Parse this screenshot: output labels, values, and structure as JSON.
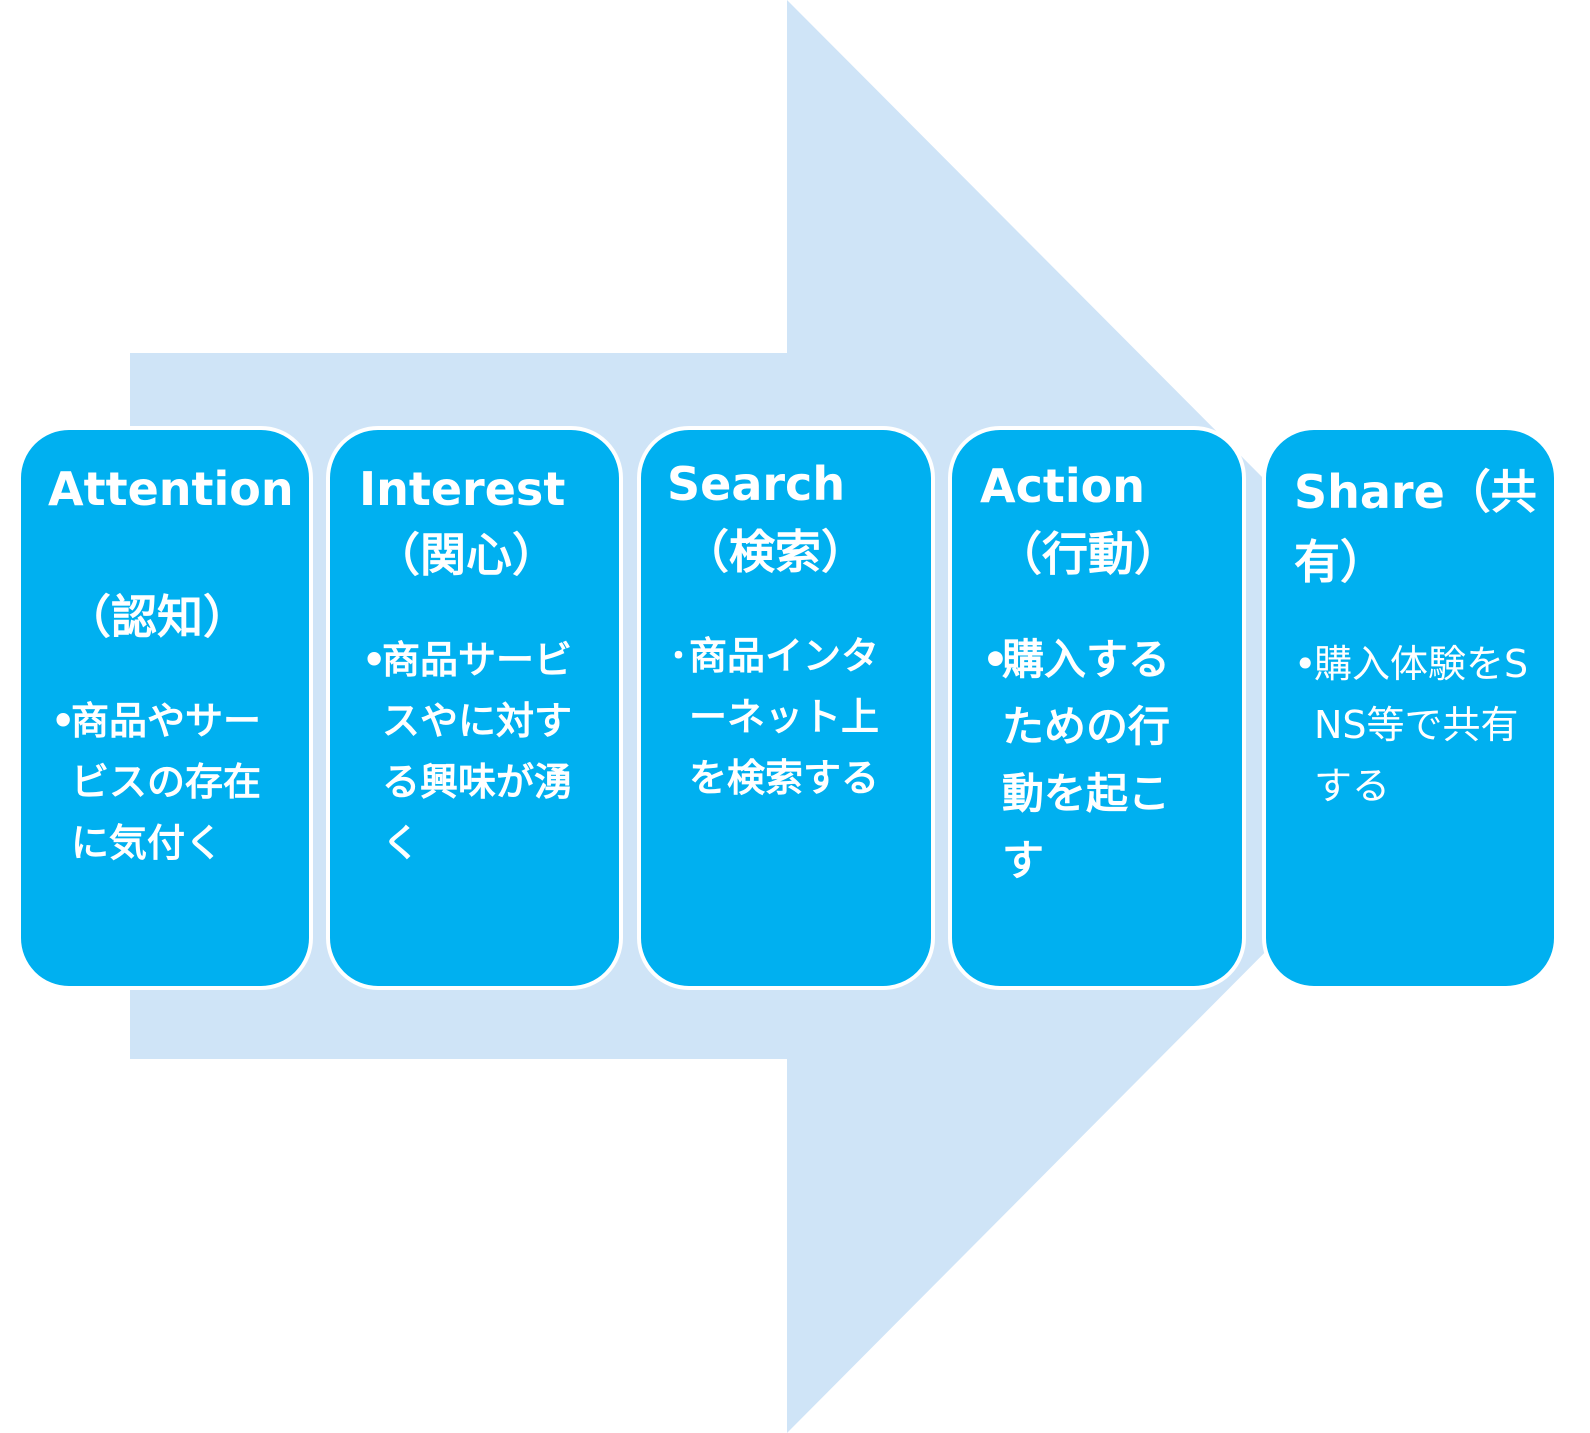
{
  "colors": {
    "arrow": "#cfe4f7",
    "card": "#00b0f0",
    "card_border": "#ffffff",
    "text": "#ffffff"
  },
  "stages": [
    {
      "title_line1": "Attention",
      "title_line2": "（認知）",
      "bullet": "•",
      "description": "商品やサービスの存在に気付く"
    },
    {
      "title_line1": "Interest",
      "title_line2": "（関心）",
      "bullet": "•",
      "description": "商品サービスやに対する興味が湧く"
    },
    {
      "title_line1": "Search",
      "title_line2": "（検索）",
      "bullet": "･",
      "description": "商品インターネット上を検索する"
    },
    {
      "title_line1": "Action",
      "title_line2": "（行動）",
      "bullet": "•",
      "description": "購入するための行動を起こす"
    },
    {
      "title_line1": "Share（共",
      "title_line2": "有）",
      "bullet": "•",
      "description": "購入体験をSNS等で共有する"
    }
  ]
}
